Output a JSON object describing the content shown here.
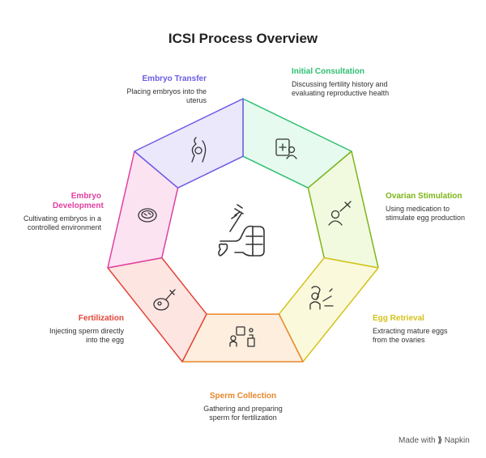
{
  "title": "ICSI Process Overview",
  "center_icon": "fist-with-syringe-heart-icon",
  "steps": [
    {
      "title": "Initial Consultation",
      "desc": "Discussing fertility history and evaluating reproductive health",
      "color": "#2fbf71",
      "fill": "#e6faef",
      "icon": "medical-record-person-icon"
    },
    {
      "title": "Ovarian Stimulation",
      "desc": "Using medication to stimulate egg production",
      "color": "#7cb518",
      "fill": "#f1fadf",
      "icon": "person-syringe-icon"
    },
    {
      "title": "Egg Retrieval",
      "desc": "Extracting mature eggs from the ovaries",
      "color": "#d4c21a",
      "fill": "#fbf9dc",
      "icon": "doctor-tools-icon"
    },
    {
      "title": "Sperm Collection",
      "desc": "Gathering and preparing sperm for fertilization",
      "color": "#e8862a",
      "fill": "#fdeedd",
      "icon": "lab-collection-icon"
    },
    {
      "title": "Fertilization",
      "desc": "Injecting sperm directly into the egg",
      "color": "#e2463a",
      "fill": "#fde5e2",
      "icon": "egg-injection-icon"
    },
    {
      "title": "Embryo Development",
      "desc": "Cultivating embryos in a controlled environment",
      "color": "#e040a0",
      "fill": "#fce3f2",
      "icon": "petri-dish-icon"
    },
    {
      "title": "Embryo Transfer",
      "desc": "Placing embryos into the uterus",
      "color": "#6b5ce7",
      "fill": "#ebe8fc",
      "icon": "pregnant-figure-icon"
    }
  ],
  "branding": {
    "prefix": "Made with",
    "name": "Napkin"
  }
}
